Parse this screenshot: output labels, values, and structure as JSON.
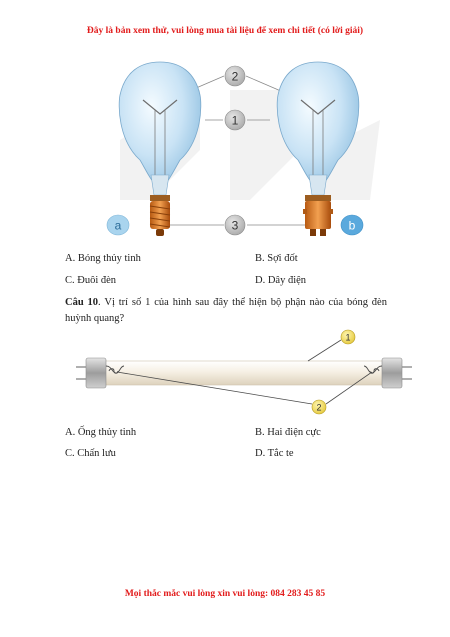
{
  "header": {
    "notice": "Đây là bản xem thử, vui lòng mua tài liệu để xem chi tiết (có lời giải)"
  },
  "figure_bulbs": {
    "callouts": [
      "2",
      "1",
      "3"
    ],
    "bulb_labels": {
      "left": "a",
      "right": "b"
    }
  },
  "question_9_options": {
    "a": "A. Bóng thủy tinh",
    "b": "B. Sợi đốt",
    "c": "C. Đuôi đèn",
    "d": "D. Dây điện"
  },
  "question_10": {
    "number": "Câu 10",
    "text": ". Vị trí số 1 của hình sau đây thể hiện bộ phận nào của bóng đèn huỳnh quang?"
  },
  "figure_tube": {
    "callouts": [
      "1",
      "2"
    ]
  },
  "question_10_options": {
    "a": "A. Ống thủy tinh",
    "b": "B. Hai điện cực",
    "c": "C. Chấn lưu",
    "d": "D. Tắc te"
  },
  "footer": {
    "contact": "Mọi thắc mắc vui lòng xin vui lòng: 084 283 45 85"
  }
}
